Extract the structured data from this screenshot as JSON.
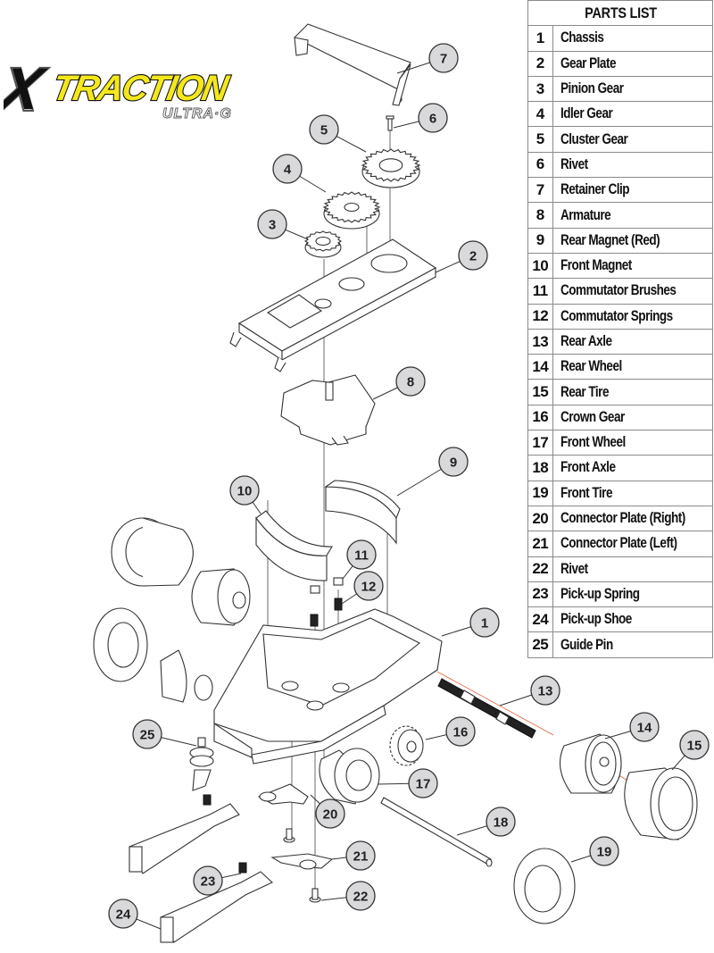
{
  "logo": {
    "brand": "XTRACTION",
    "brand_initial": "X",
    "brand_rest": "TRACTION",
    "subtitle": "ULTRA·G",
    "colors": {
      "yellow": "#f4e81c",
      "black": "#111111",
      "silver": "#c8c8c8"
    }
  },
  "parts_list": {
    "title": "PARTS LIST",
    "items": [
      {
        "num": "1",
        "name": "Chassis"
      },
      {
        "num": "2",
        "name": "Gear Plate"
      },
      {
        "num": "3",
        "name": "Pinion Gear"
      },
      {
        "num": "4",
        "name": "Idler Gear"
      },
      {
        "num": "5",
        "name": "Cluster Gear"
      },
      {
        "num": "6",
        "name": "Rivet"
      },
      {
        "num": "7",
        "name": "Retainer Clip"
      },
      {
        "num": "8",
        "name": "Armature"
      },
      {
        "num": "9",
        "name": "Rear Magnet (Red)"
      },
      {
        "num": "10",
        "name": "Front Magnet"
      },
      {
        "num": "11",
        "name": "Commutator Brushes"
      },
      {
        "num": "12",
        "name": "Commutator Springs"
      },
      {
        "num": "13",
        "name": "Rear Axle"
      },
      {
        "num": "14",
        "name": "Rear Wheel"
      },
      {
        "num": "15",
        "name": "Rear Tire"
      },
      {
        "num": "16",
        "name": "Crown Gear"
      },
      {
        "num": "17",
        "name": "Front Wheel"
      },
      {
        "num": "18",
        "name": "Front Axle"
      },
      {
        "num": "19",
        "name": "Front Tire"
      },
      {
        "num": "20",
        "name": "Connector Plate (Right)"
      },
      {
        "num": "21",
        "name": "Connector Plate (Left)"
      },
      {
        "num": "22",
        "name": "Rivet"
      },
      {
        "num": "23",
        "name": "Pick-up Spring"
      },
      {
        "num": "24",
        "name": "Pick-up Shoe"
      },
      {
        "num": "25",
        "name": "Guide Pin"
      }
    ]
  },
  "callouts": [
    {
      "num": "1",
      "part": "chassis"
    },
    {
      "num": "2",
      "part": "gear-plate"
    },
    {
      "num": "3",
      "part": "pinion-gear"
    },
    {
      "num": "4",
      "part": "idler-gear"
    },
    {
      "num": "5",
      "part": "cluster-gear"
    },
    {
      "num": "6",
      "part": "rivet"
    },
    {
      "num": "7",
      "part": "retainer-clip"
    },
    {
      "num": "8",
      "part": "armature"
    },
    {
      "num": "9",
      "part": "rear-magnet"
    },
    {
      "num": "10",
      "part": "front-magnet"
    },
    {
      "num": "11",
      "part": "commutator-brushes"
    },
    {
      "num": "12",
      "part": "commutator-springs"
    },
    {
      "num": "13",
      "part": "rear-axle"
    },
    {
      "num": "14",
      "part": "rear-wheel"
    },
    {
      "num": "15",
      "part": "rear-tire"
    },
    {
      "num": "16",
      "part": "crown-gear"
    },
    {
      "num": "17",
      "part": "front-wheel"
    },
    {
      "num": "18",
      "part": "front-axle"
    },
    {
      "num": "19",
      "part": "front-tire"
    },
    {
      "num": "20",
      "part": "connector-plate-right"
    },
    {
      "num": "21",
      "part": "connector-plate-left"
    },
    {
      "num": "22",
      "part": "rivet"
    },
    {
      "num": "23",
      "part": "pick-up-spring"
    },
    {
      "num": "24",
      "part": "pick-up-shoe"
    },
    {
      "num": "25",
      "part": "guide-pin"
    }
  ],
  "colors": {
    "callout_fill": "#d9d9db",
    "line": "#333333",
    "guide_red": "#e2623a"
  }
}
